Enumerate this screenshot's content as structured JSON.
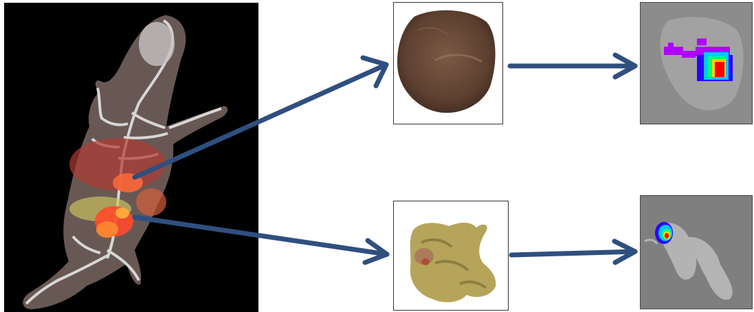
{
  "colors": {
    "arrow": "#2f4f7f",
    "background": "#ffffff",
    "mouse_background": "#000000",
    "liver_tissue": "#6b4a36",
    "intestine_tissue": "#b5a45a",
    "bli_background": "#8a8a8a",
    "signal_high": "#ff0000",
    "signal_mid": "#ffd400",
    "signal_low": "#2a00ff",
    "signal_min": "#b000ff"
  },
  "panels": [
    {
      "id": "mouse-3d-render",
      "content": "3d-mouse-skeleton-with-organ-signal"
    },
    {
      "id": "liver-photo",
      "content": "excised-liver-photo"
    },
    {
      "id": "liver-bioluminescence",
      "content": "liver-bioluminescence-overlay"
    },
    {
      "id": "intestine-photo",
      "content": "excised-intestine-photo"
    },
    {
      "id": "intestine-bioluminescence",
      "content": "intestine-bioluminescence-overlay"
    }
  ]
}
